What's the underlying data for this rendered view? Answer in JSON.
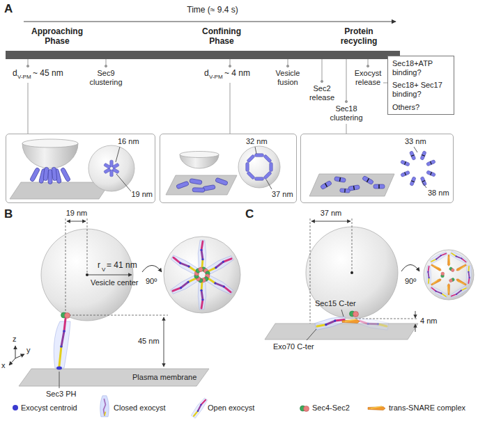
{
  "diagram": {
    "nodes": [
      {
        "text": [
          "Sec18+ATP binding?",
          "Sec18+ Sec17 binding?",
          "Others?"
        ]
      },
      {
        "text": [
          "16 nm",
          "19 nm"
        ]
      },
      {
        "text": [
          "32 nm",
          "37 nm"
        ]
      },
      {
        "text": [
          "33 nm",
          "38 nm"
        ]
      }
    ],
    "labels": [
      "A",
      "Time (≈ 9.4 s)",
      "Approaching Phase",
      "Confining Phase",
      "Protein recycling",
      "d",
      "V-PM",
      "~ 45 nm",
      "Sec9 clustering",
      "d",
      "V-PM",
      "~ 4 nm",
      "Vesicle fusion",
      "Sec2 release",
      "Sec18 clustering",
      "Exocyst release",
      "B",
      "19 nm",
      "r",
      "V",
      "= 41 nm",
      "Vesicle center",
      "45 nm",
      "z",
      "x",
      "y",
      "Sec3 PH",
      "Plasma membrane",
      "90º",
      "C",
      "37 nm",
      "Sec15 C-ter",
      "4 nm",
      "Exo70 C-ter",
      "90º"
    ],
    "legend": [
      {
        "text": "Exocyst centroid",
        "color": "#3a3acf"
      },
      {
        "text": "Closed exocyst"
      },
      {
        "text": "Open exocyst"
      },
      {
        "text": "Sec4-Sec2"
      },
      {
        "text": "trans-SNARE complex"
      }
    ]
  }
}
